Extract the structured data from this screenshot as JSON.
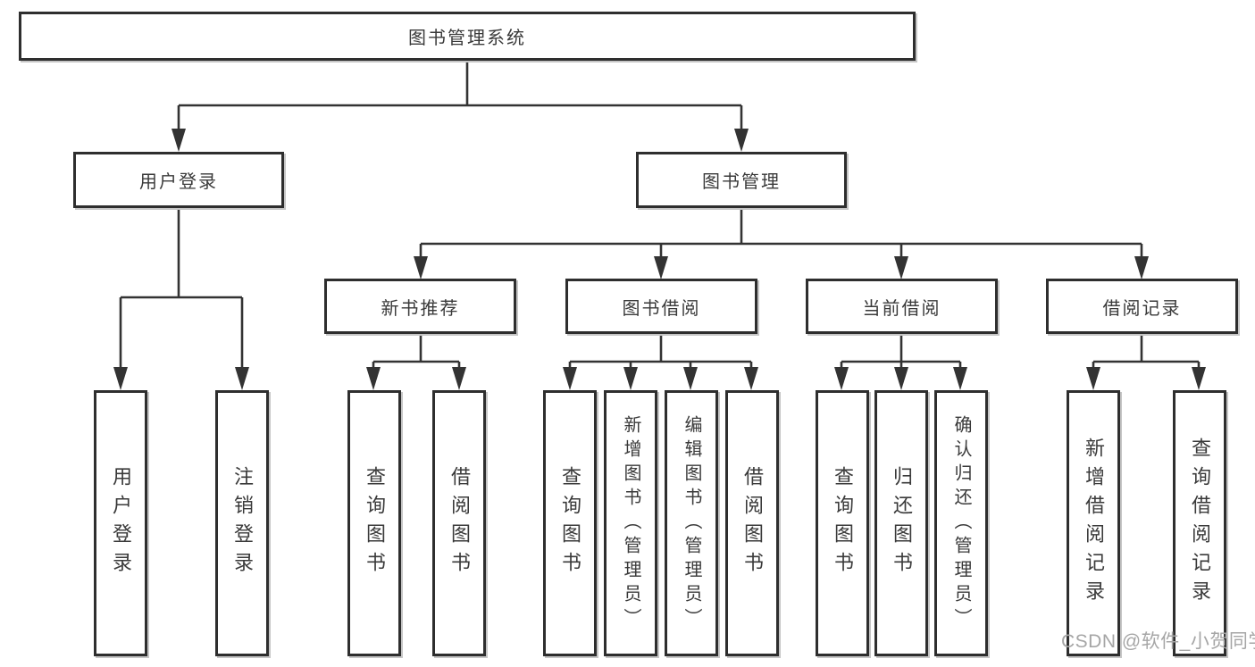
{
  "diagram": {
    "type": "tree-structure-chart",
    "watermark": "CSDN @软件_小贺同学",
    "colors": {
      "background": "#ffffff",
      "box_border": "#2e2e2e",
      "box_shadow": "#c6c6c6",
      "text": "#3a3a3a",
      "line": "#333333",
      "watermark": "#a6a6a6"
    },
    "nodes": {
      "root": {
        "label": "图书管理系统"
      },
      "userLogin": {
        "label": "用户登录"
      },
      "bookMgmt": {
        "label": "图书管理"
      },
      "newBookRec": {
        "label": "新书推荐"
      },
      "bookBorrow": {
        "label": "图书借阅"
      },
      "currentBorrow": {
        "label": "当前借阅"
      },
      "borrowRecords": {
        "label": "借阅记录"
      },
      "leafUserLogin": {
        "label": "用户登录"
      },
      "leafLogout": {
        "label": "注销登录"
      },
      "leafQueryBooks1": {
        "label": "查询图书"
      },
      "leafBorrowBooks1": {
        "label": "借阅图书"
      },
      "leafQueryBooks2": {
        "label": "查询图书"
      },
      "leafAddBook": {
        "label": "新增图书（管理员）"
      },
      "leafEditBook": {
        "label": "编辑图书（管理员）"
      },
      "leafBorrowBooks2": {
        "label": "借阅图书"
      },
      "leafQueryBooks3": {
        "label": "查询图书"
      },
      "leafReturnBooks": {
        "label": "归还图书"
      },
      "leafConfirmReturn": {
        "label": "确认归还（管理员）"
      },
      "leafAddRecord": {
        "label": "新增借阅记录"
      },
      "leafQueryRecord": {
        "label": "查询借阅记录"
      }
    },
    "hierarchy": {
      "图书管理系统": {
        "用户登录": [
          "用户登录",
          "注销登录"
        ],
        "图书管理": {
          "新书推荐": [
            "查询图书",
            "借阅图书"
          ],
          "图书借阅": [
            "查询图书",
            "新增图书（管理员）",
            "编辑图书（管理员）",
            "借阅图书"
          ],
          "当前借阅": [
            "查询图书",
            "归还图书",
            "确认归还（管理员）"
          ],
          "借阅记录": [
            "新增借阅记录",
            "查询借阅记录"
          ]
        }
      }
    }
  }
}
